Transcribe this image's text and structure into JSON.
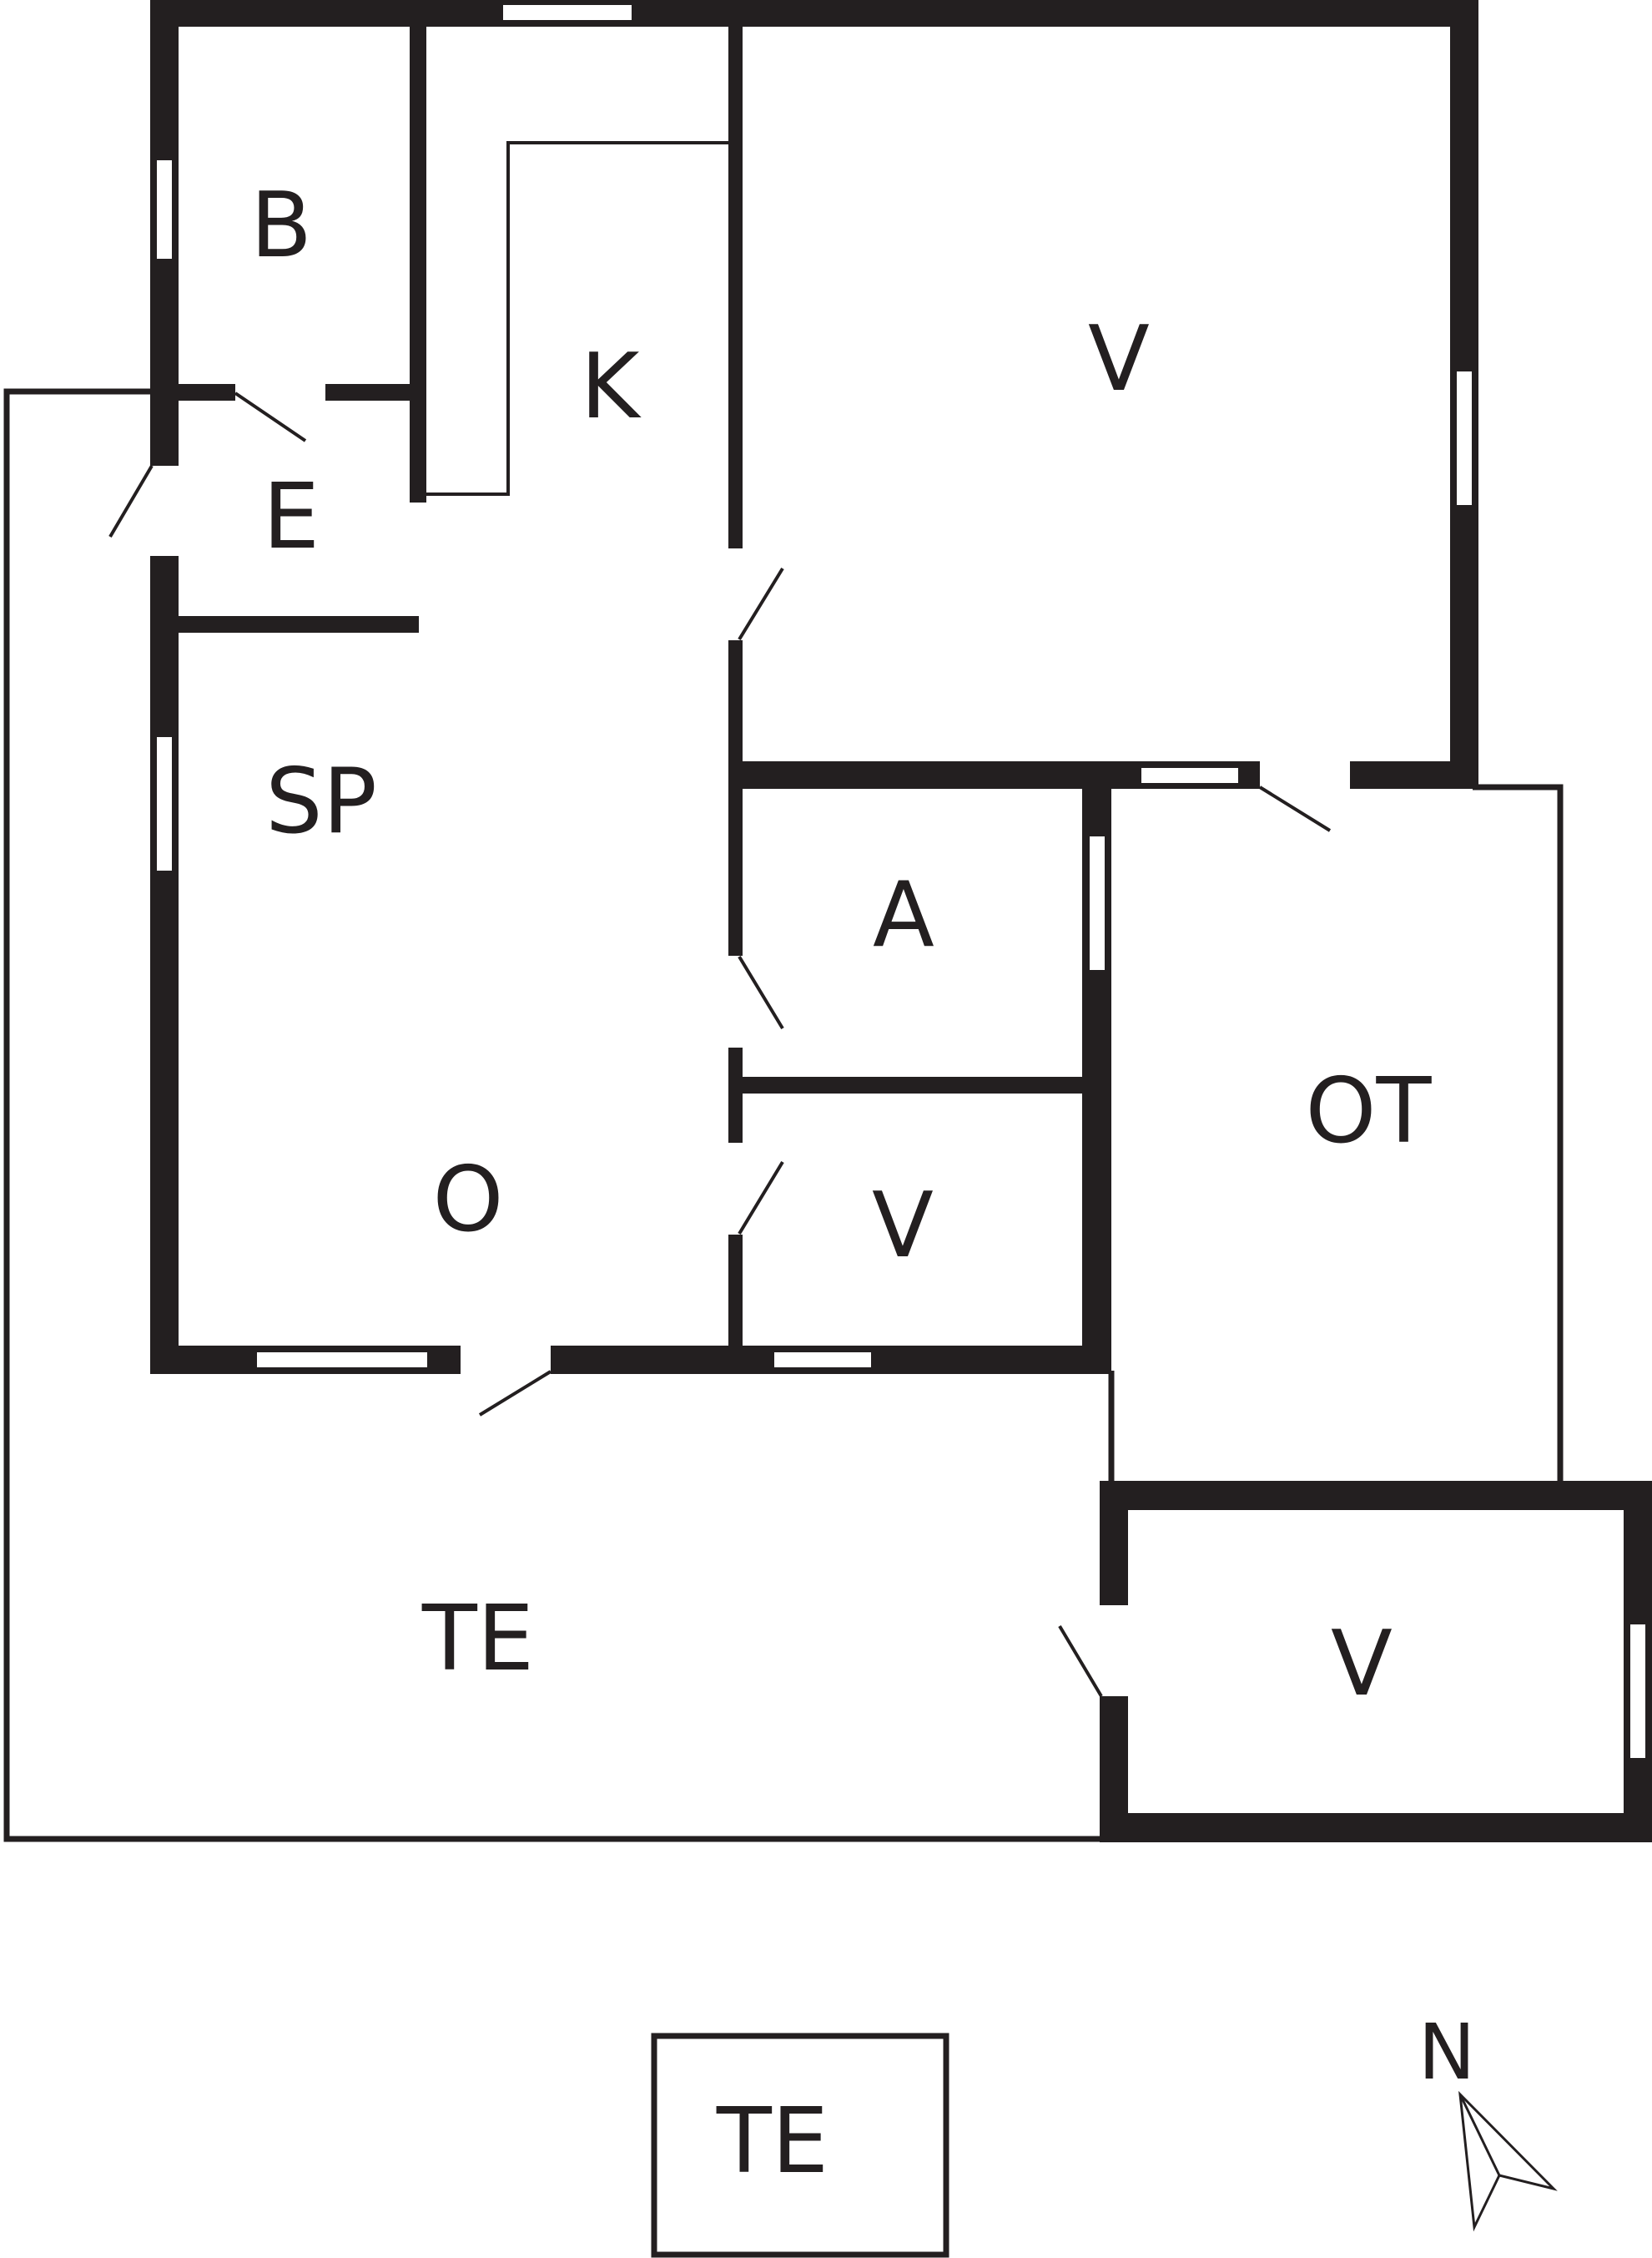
{
  "floor_plan": {
    "rooms": {
      "B": "B",
      "K": "K",
      "V_top": "V",
      "E": "E",
      "SP": "SP",
      "A": "A",
      "OT": "OT",
      "O": "O",
      "V_middle": "V",
      "TE_main": "TE",
      "V_bottom": "V",
      "TE_detached": "TE"
    },
    "compass": {
      "label": "N"
    },
    "colors": {
      "wall": "#231f20",
      "background": "#ffffff"
    }
  }
}
